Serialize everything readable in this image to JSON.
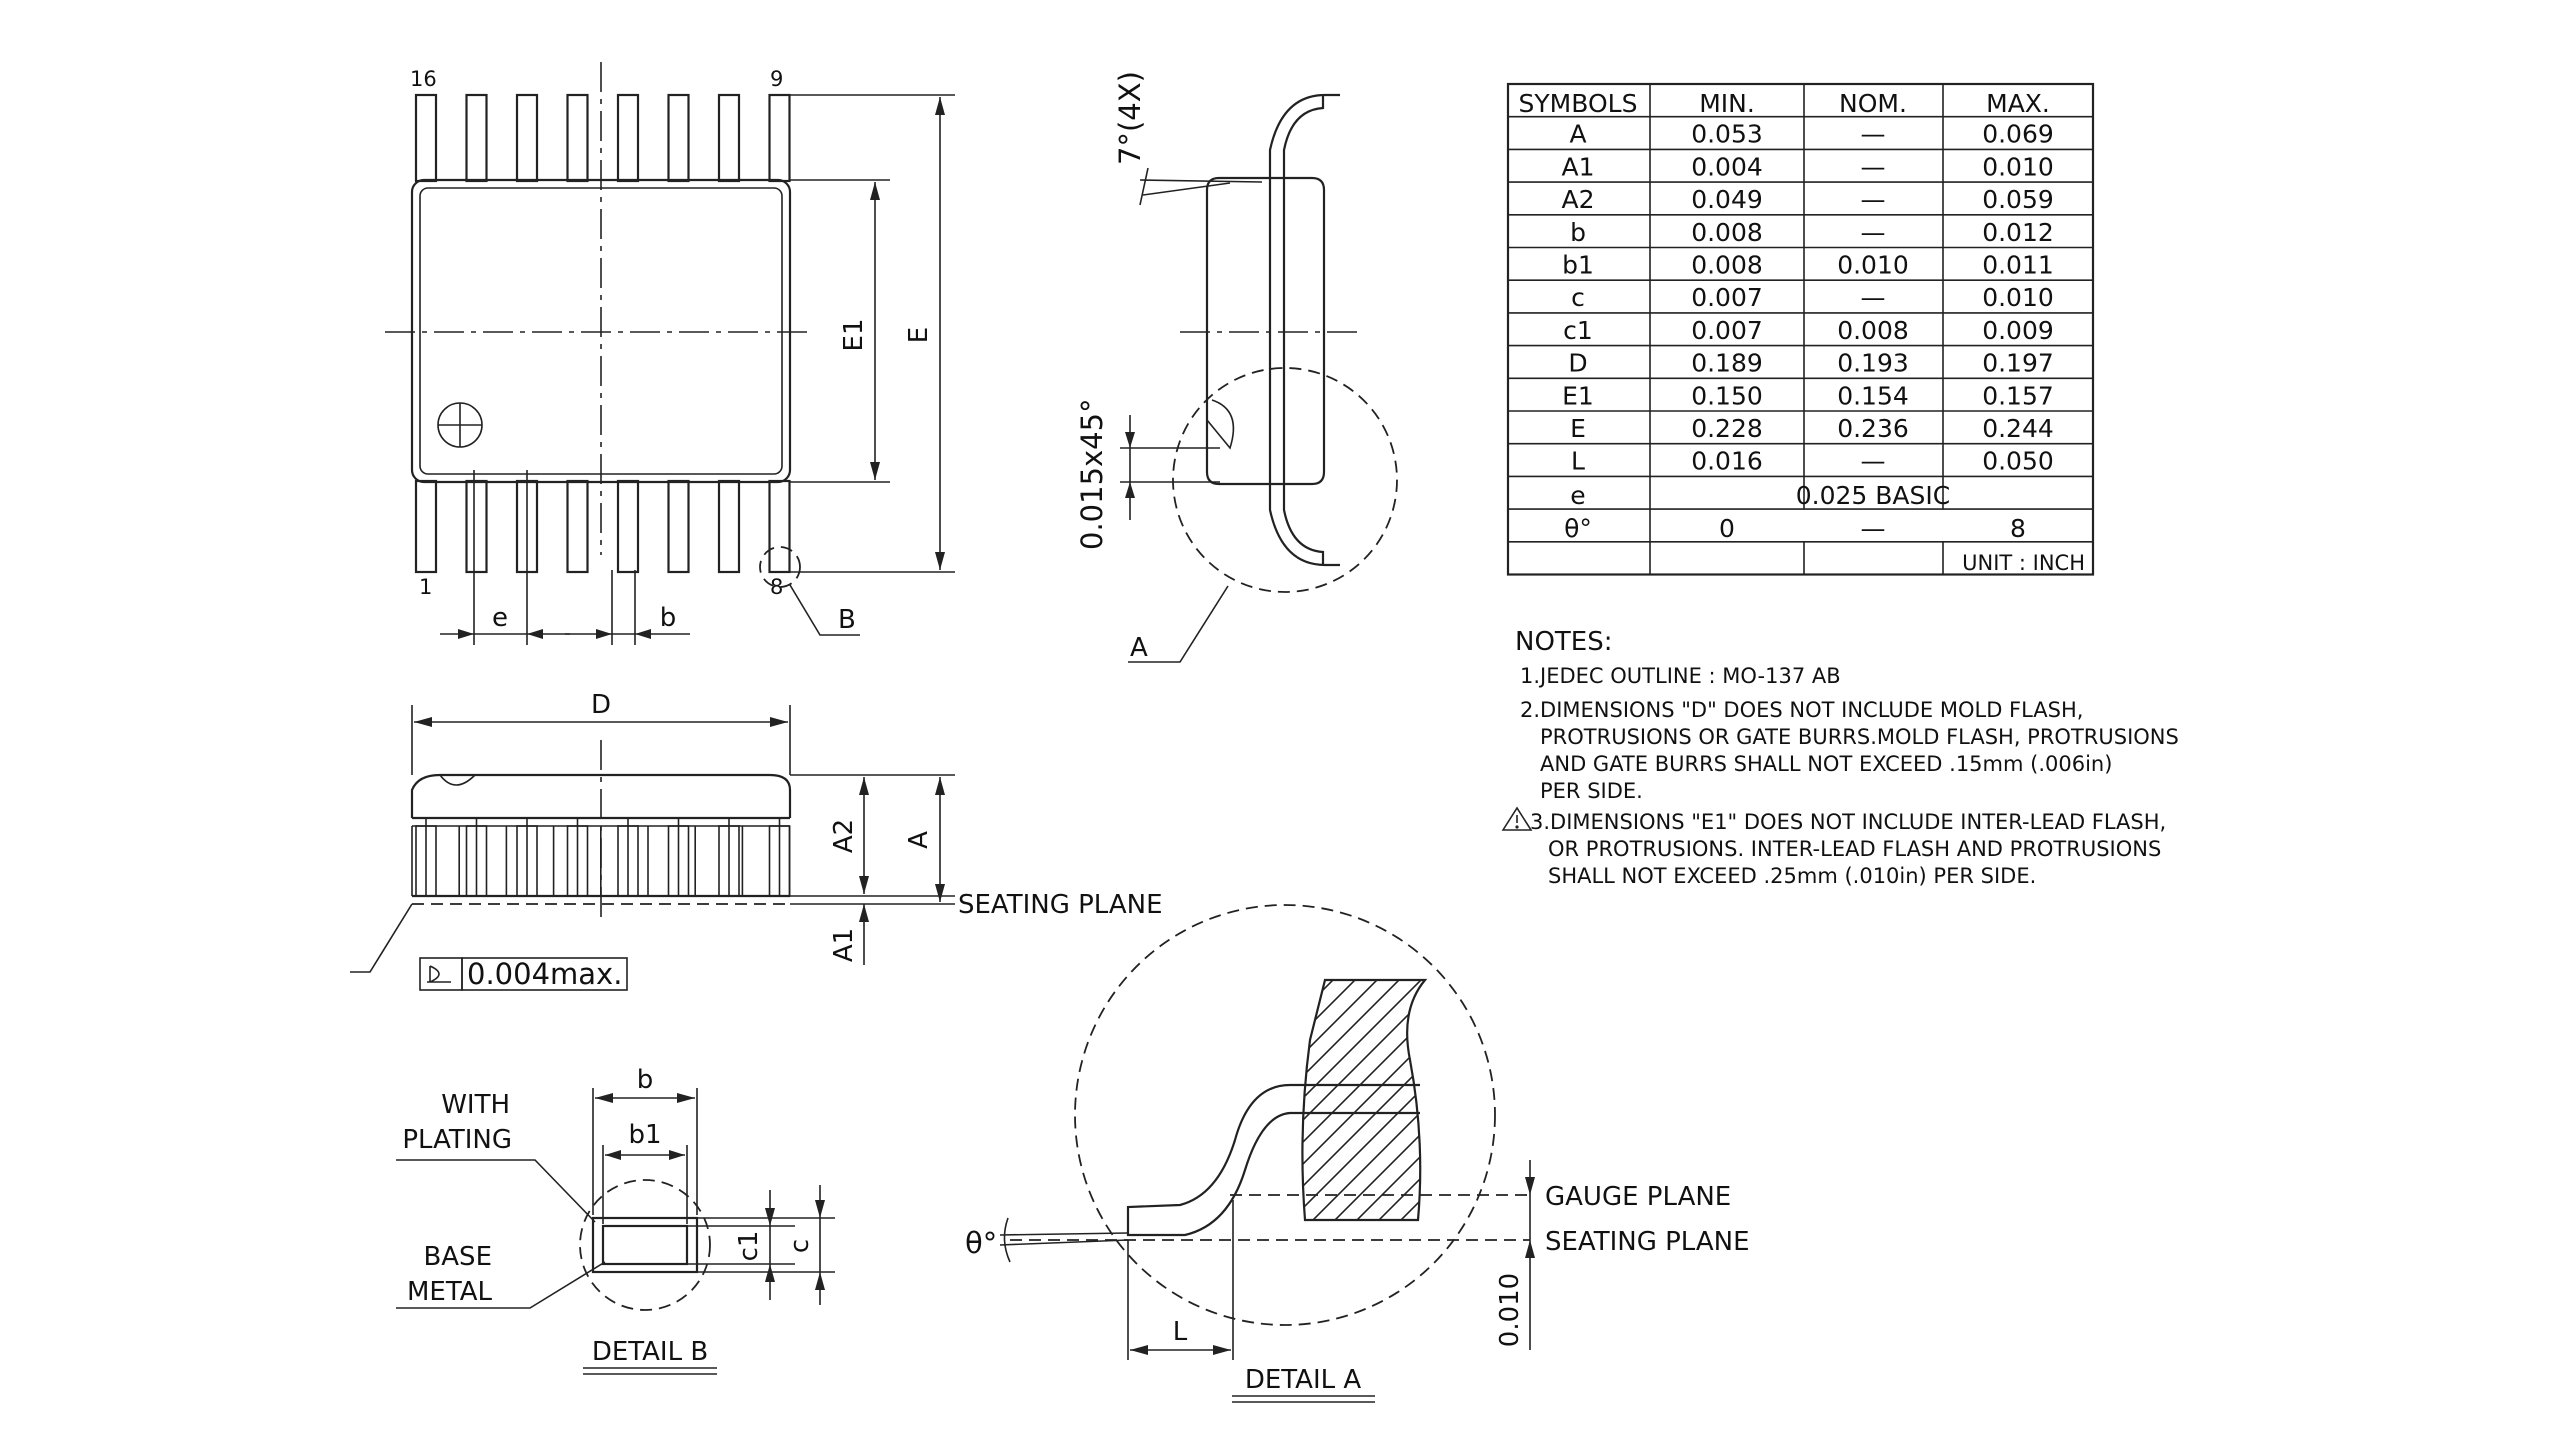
{
  "drawing": {
    "top_view": {
      "pin_16": "16",
      "pin_9": "9",
      "pin_1": "1",
      "pin_8": "8",
      "dim_e1": "E1",
      "dim_e_big": "E",
      "dim_e": "e",
      "dim_b": "b",
      "detail_ref": "B"
    },
    "side_view": {
      "angle": "7°(4X)",
      "chamfer": "0.015x45°",
      "detail_ref": "A"
    },
    "front_view": {
      "dim_d": "D",
      "dim_a2": "A2",
      "dim_a": "A",
      "dim_a1": "A1",
      "seating_plane": "SEATING PLANE",
      "coplanarity": "0.004max."
    },
    "detail_b": {
      "dim_b": "b",
      "dim_b1": "b1",
      "with_plating_1": "WITH",
      "with_plating_2": "PLATING",
      "base_metal_1": "BASE",
      "base_metal_2": "METAL",
      "dim_c1": "c1",
      "dim_c": "c",
      "title": "DETAIL B"
    },
    "detail_a": {
      "theta": "θ°",
      "gauge_plane": "GAUGE PLANE",
      "seating_plane": "SEATING PLANE",
      "dim_l": "L",
      "dim_0010": "0.010",
      "title": "DETAIL A"
    }
  },
  "table": {
    "headers": [
      "SYMBOLS",
      "MIN.",
      "NOM.",
      "MAX."
    ],
    "rows": [
      {
        "symbol": "A",
        "min": "0.053",
        "nom": "—",
        "max": "0.069"
      },
      {
        "symbol": "A1",
        "min": "0.004",
        "nom": "—",
        "max": "0.010"
      },
      {
        "symbol": "A2",
        "min": "0.049",
        "nom": "—",
        "max": "0.059"
      },
      {
        "symbol": "b",
        "min": "0.008",
        "nom": "—",
        "max": "0.012"
      },
      {
        "symbol": "b1",
        "min": "0.008",
        "nom": "0.010",
        "max": "0.011"
      },
      {
        "symbol": "c",
        "min": "0.007",
        "nom": "—",
        "max": "0.010"
      },
      {
        "symbol": "c1",
        "min": "0.007",
        "nom": "0.008",
        "max": "0.009"
      },
      {
        "symbol": "D",
        "min": "0.189",
        "nom": "0.193",
        "max": "0.197"
      },
      {
        "symbol": "E1",
        "min": "0.150",
        "nom": "0.154",
        "max": "0.157"
      },
      {
        "symbol": "E",
        "min": "0.228",
        "nom": "0.236",
        "max": "0.244"
      },
      {
        "symbol": "L",
        "min": "0.016",
        "nom": "—",
        "max": "0.050"
      }
    ],
    "e_symbol": "e",
    "e_value": "0.025 BASIC",
    "theta_symbol": "θ°",
    "theta_min": "0",
    "theta_nom": "—",
    "theta_max": "8",
    "unit": "UNIT : INCH"
  },
  "notes": {
    "title": "NOTES:",
    "note1": "1.JEDEC OUTLINE : MO-137 AB",
    "note2_l1": "2.DIMENSIONS \"D\" DOES NOT INCLUDE MOLD FLASH,",
    "note2_l2": "PROTRUSIONS OR GATE BURRS.MOLD FLASH, PROTRUSIONS",
    "note2_l3": "AND GATE BURRS SHALL NOT EXCEED .15mm (.006in)",
    "note2_l4": "PER SIDE.",
    "note3_l1": "3.DIMENSIONS \"E1\" DOES NOT INCLUDE INTER-LEAD FLASH,",
    "note3_l2": "OR PROTRUSIONS. INTER-LEAD FLASH AND PROTRUSIONS",
    "note3_l3": "SHALL NOT EXCEED .25mm (.010in) PER SIDE."
  }
}
